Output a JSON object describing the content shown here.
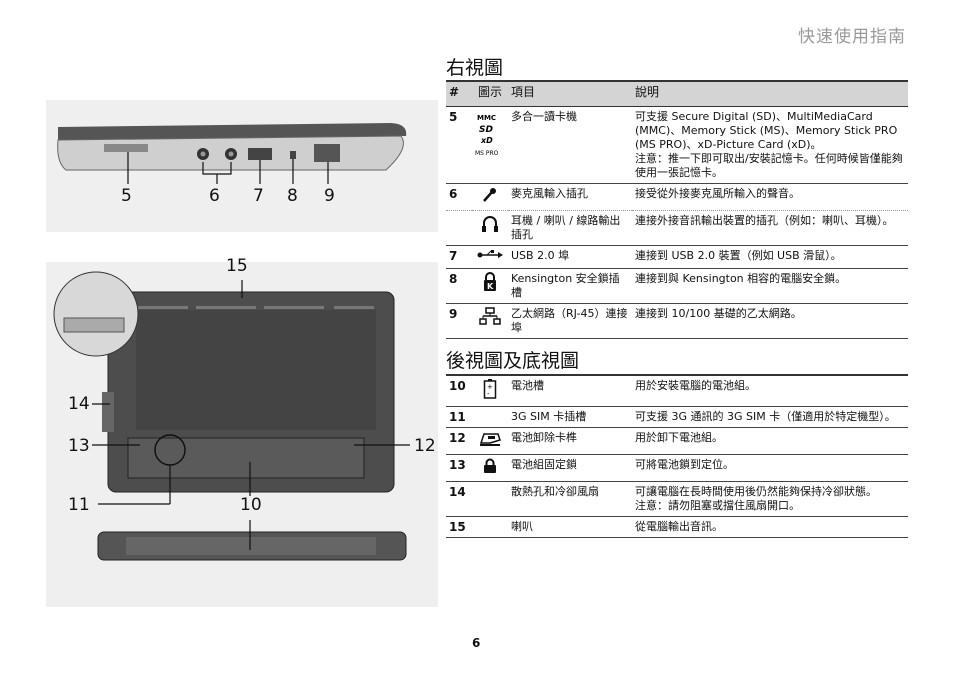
{
  "header": {
    "title": "快速使用指南"
  },
  "right_view": {
    "title": "右視圖",
    "columns": [
      "#",
      "圖示",
      "項目",
      "說明"
    ],
    "rows": [
      {
        "num": "5",
        "icon": "card-reader-icons",
        "item": "多合一讀卡機",
        "desc": "可支援 Secure Digital (SD)、MultiMediaCard (MMC)、Memory Stick (MS)、Memory Stick PRO (MS PRO)、xD-Picture Card (xD)。",
        "note": "注意：推一下即可取出/安裝記憶卡。任何時候皆僅能夠使用一張記憶卡。"
      },
      {
        "num": "6",
        "icon": "microphone-icon",
        "item": "麥克風輸入插孔",
        "desc": "接受從外接麥克風所輸入的聲音。"
      },
      {
        "num": "",
        "icon": "headphone-icon",
        "item": "耳機 / 喇叭 / 線路輸出插孔",
        "desc": "連接外接音訊輸出裝置的插孔（例如：喇叭、耳機）。"
      },
      {
        "num": "7",
        "icon": "usb-icon",
        "item": "USB 2.0 埠",
        "desc": "連接到 USB 2.0 裝置（例如 USB 滑鼠）。"
      },
      {
        "num": "8",
        "icon": "kensington-lock-icon",
        "item": "Kensington 安全鎖插槽",
        "desc": "連接到與 Kensington 相容的電腦安全鎖。"
      },
      {
        "num": "9",
        "icon": "network-icon",
        "item": "乙太網路（RJ-45）連接埠",
        "desc": "連接到 10/100 基礎的乙太網路。"
      }
    ]
  },
  "rear_view": {
    "title": "後視圖及底視圖",
    "rows": [
      {
        "num": "10",
        "icon": "battery-icon",
        "item": "電池槽",
        "desc": "用於安裝電腦的電池組。"
      },
      {
        "num": "11",
        "icon": "",
        "item": "3G SIM 卡插槽",
        "desc": "可支援 3G 通訊的 3G SIM 卡（僅適用於特定機型）。"
      },
      {
        "num": "12",
        "icon": "battery-release-icon",
        "item": "電池卸除卡榫",
        "desc": "用於卸下電池組。"
      },
      {
        "num": "13",
        "icon": "battery-lock-icon",
        "item": "電池組固定鎖",
        "desc": "可將電池鎖到定位。"
      },
      {
        "num": "14",
        "icon": "",
        "item": "散熱孔和冷卻風扇",
        "desc": "可讓電腦在長時間使用後仍然能夠保持冷卻狀態。",
        "note": "注意：請勿阻塞或擋住風扇開口。"
      },
      {
        "num": "15",
        "icon": "",
        "item": "喇叭",
        "desc": "從電腦輸出音訊。"
      }
    ]
  },
  "figure_labels": {
    "side": [
      "5",
      "6",
      "7",
      "8",
      "9"
    ],
    "bottom": [
      "15",
      "14",
      "13",
      "12",
      "11",
      "10"
    ]
  },
  "page_number": "6"
}
